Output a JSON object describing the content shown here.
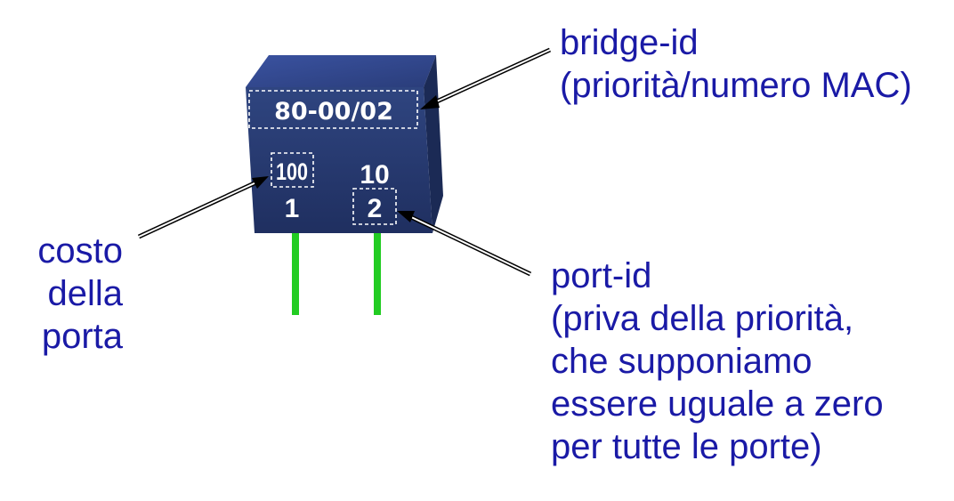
{
  "bridge": {
    "bridge_id": "80-00/02",
    "ports": [
      {
        "cost": "100",
        "id": "1"
      },
      {
        "cost": "10",
        "id": "2"
      }
    ]
  },
  "labels": {
    "bridge_id_lines": [
      "bridge-id",
      "(priorità/numero MAC)"
    ],
    "cost_lines": [
      "costo",
      "della",
      "porta"
    ],
    "port_id_lines": [
      "port-id",
      "(priva della priorità,",
      "che supponiamo",
      "essere uguale a zero",
      "per tutte le porte)"
    ]
  },
  "colors": {
    "text": "#1a1aa6",
    "box_front": "#273a72",
    "box_top": "#31478a",
    "box_side": "#1b2a55",
    "link": "#22cc22",
    "leader": "#000000"
  }
}
